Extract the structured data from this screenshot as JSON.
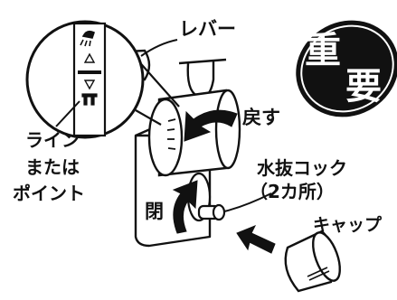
{
  "labels": {
    "lever": "レバー",
    "line_or_point": [
      "ライン",
      "または",
      "ポイント"
    ],
    "return": "戻す",
    "drain_cock": [
      "水抜コック",
      "（2カ所）"
    ],
    "closed": "閉",
    "cap": "キャップ"
  },
  "badge": {
    "char1": "重",
    "char2": "要"
  },
  "icons": [
    "shower-icon",
    "open-triangle-icon",
    "close-triangle-icon",
    "faucet-icon"
  ],
  "colors": {
    "ink": "#111111",
    "badge": "#111111",
    "paper": "#ffffff"
  }
}
